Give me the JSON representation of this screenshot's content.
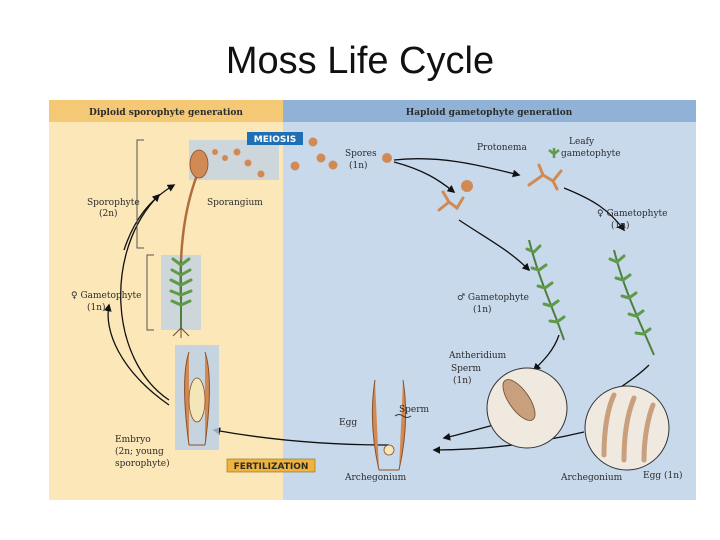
{
  "title": "Moss Life Cycle",
  "headers": {
    "diploid": "Diploid sporophyte generation",
    "haploid": "Haploid gametophyte generation"
  },
  "badges": {
    "meiosis": "MEIOSIS",
    "fertilization": "FERTILIZATION"
  },
  "labels": {
    "sporophyte": "Sporophyte",
    "sporophyte_ploidy": "(2n)",
    "sporangium": "Sporangium",
    "gametophyte_left": "♀ Gametophyte",
    "gametophyte_left_ploidy": "(1n)",
    "embryo": "Embryo",
    "embryo_line2": "(2n; young",
    "embryo_line3": "sporophyte)",
    "spores": "Spores",
    "spores_ploidy": "(1n)",
    "protonema": "Protonema",
    "leafy": "Leafy",
    "leafy_line2": "gametophyte",
    "female_gametophyte": "♀ Gametophyte",
    "female_gametophyte_ploidy": "(1n)",
    "male_gametophyte": "♂ Gametophyte",
    "male_gametophyte_ploidy": "(1n)",
    "antheridium": "Antheridium",
    "sperm_inset": "Sperm",
    "sperm_inset_ploidy": "(1n)",
    "sperm": "Sperm",
    "egg": "Egg",
    "archegonium_center": "Archegonium",
    "archegonium_right": "Archegonium",
    "egg_right": "Egg (1n)"
  },
  "colors": {
    "diploid_bg": "#fbe7b8",
    "diploid_header": "#f4c874",
    "haploid_bg": "#c9d9ec",
    "haploid_header": "#8fb2d6",
    "meiosis_badge": "#1f6fb4",
    "fertilization_badge": "#f0b43c",
    "tissue": "#d28a55",
    "leaf": "#5e9a4a"
  }
}
